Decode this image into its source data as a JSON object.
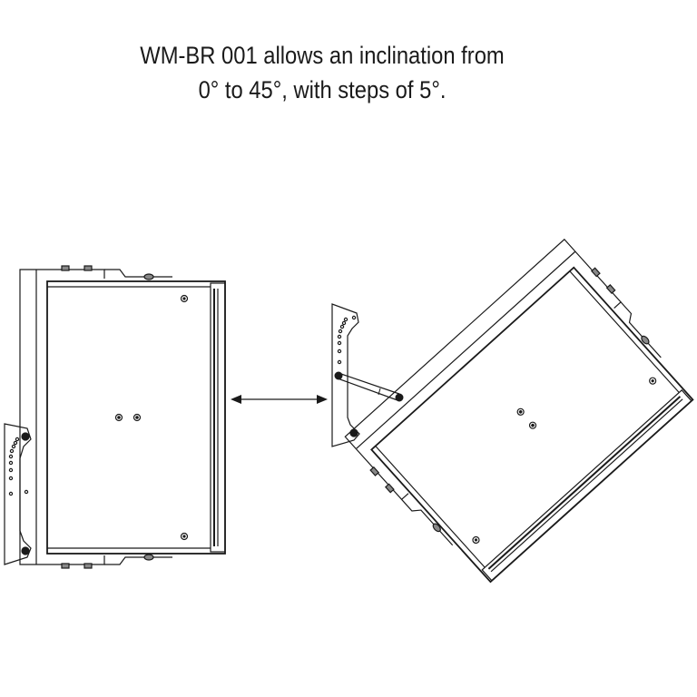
{
  "caption": {
    "line1": "WM-BR 001 allows an inclination from",
    "line2": "0° to 45°, with steps of 5°."
  },
  "diagram": {
    "product": "WM-BR 001",
    "inclination_min_deg": 0,
    "inclination_max_deg": 45,
    "step_deg": 5,
    "shown_angles_deg": [
      0,
      45
    ],
    "line_color": "#1a1a1a"
  }
}
